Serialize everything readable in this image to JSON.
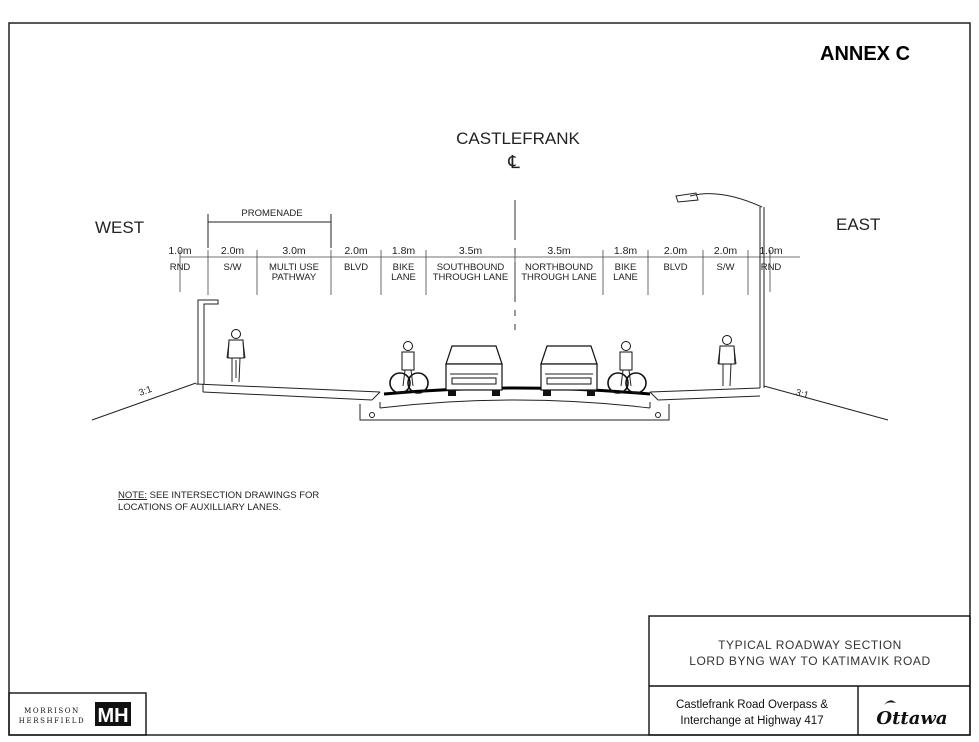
{
  "annex": "ANNEX C",
  "centerline": {
    "name": "CASTLEFRANK",
    "symbol": "℄"
  },
  "directions": {
    "west": "WEST",
    "east": "EAST"
  },
  "promenade": "PROMENADE",
  "segments": [
    {
      "width": "1.0m",
      "l1": "RND",
      "l2": ""
    },
    {
      "width": "2.0m",
      "l1": "S/W",
      "l2": ""
    },
    {
      "width": "3.0m",
      "l1": "MULTI USE",
      "l2": "PATHWAY"
    },
    {
      "width": "2.0m",
      "l1": "BLVD",
      "l2": ""
    },
    {
      "width": "1.8m",
      "l1": "BIKE",
      "l2": "LANE"
    },
    {
      "width": "3.5m",
      "l1": "SOUTHBOUND",
      "l2": "THROUGH LANE"
    },
    {
      "width": "3.5m",
      "l1": "NORTHBOUND",
      "l2": "THROUGH LANE"
    },
    {
      "width": "1.8m",
      "l1": "BIKE",
      "l2": "LANE"
    },
    {
      "width": "2.0m",
      "l1": "BLVD",
      "l2": ""
    },
    {
      "width": "2.0m",
      "l1": "S/W",
      "l2": ""
    },
    {
      "width": "1.0m",
      "l1": "RND",
      "l2": ""
    }
  ],
  "slopes": {
    "left": "3:1",
    "right": "3:1"
  },
  "note": {
    "label": "NOTE:",
    "line1": " SEE INTERSECTION DRAWINGS FOR",
    "line2": "LOCATIONS OF AUXILLIARY LANES."
  },
  "title_block": {
    "line1": "TYPICAL ROADWAY SECTION",
    "line2": "LORD BYNG WAY TO KATIMAVIK ROAD",
    "project1": "Castlefrank Road Overpass &",
    "project2": "Interchange at Highway 417",
    "city_logo": "Ottawa"
  },
  "firm": {
    "line1": "MORRISON",
    "line2": "HERSHFIELD",
    "mark": "MH"
  }
}
